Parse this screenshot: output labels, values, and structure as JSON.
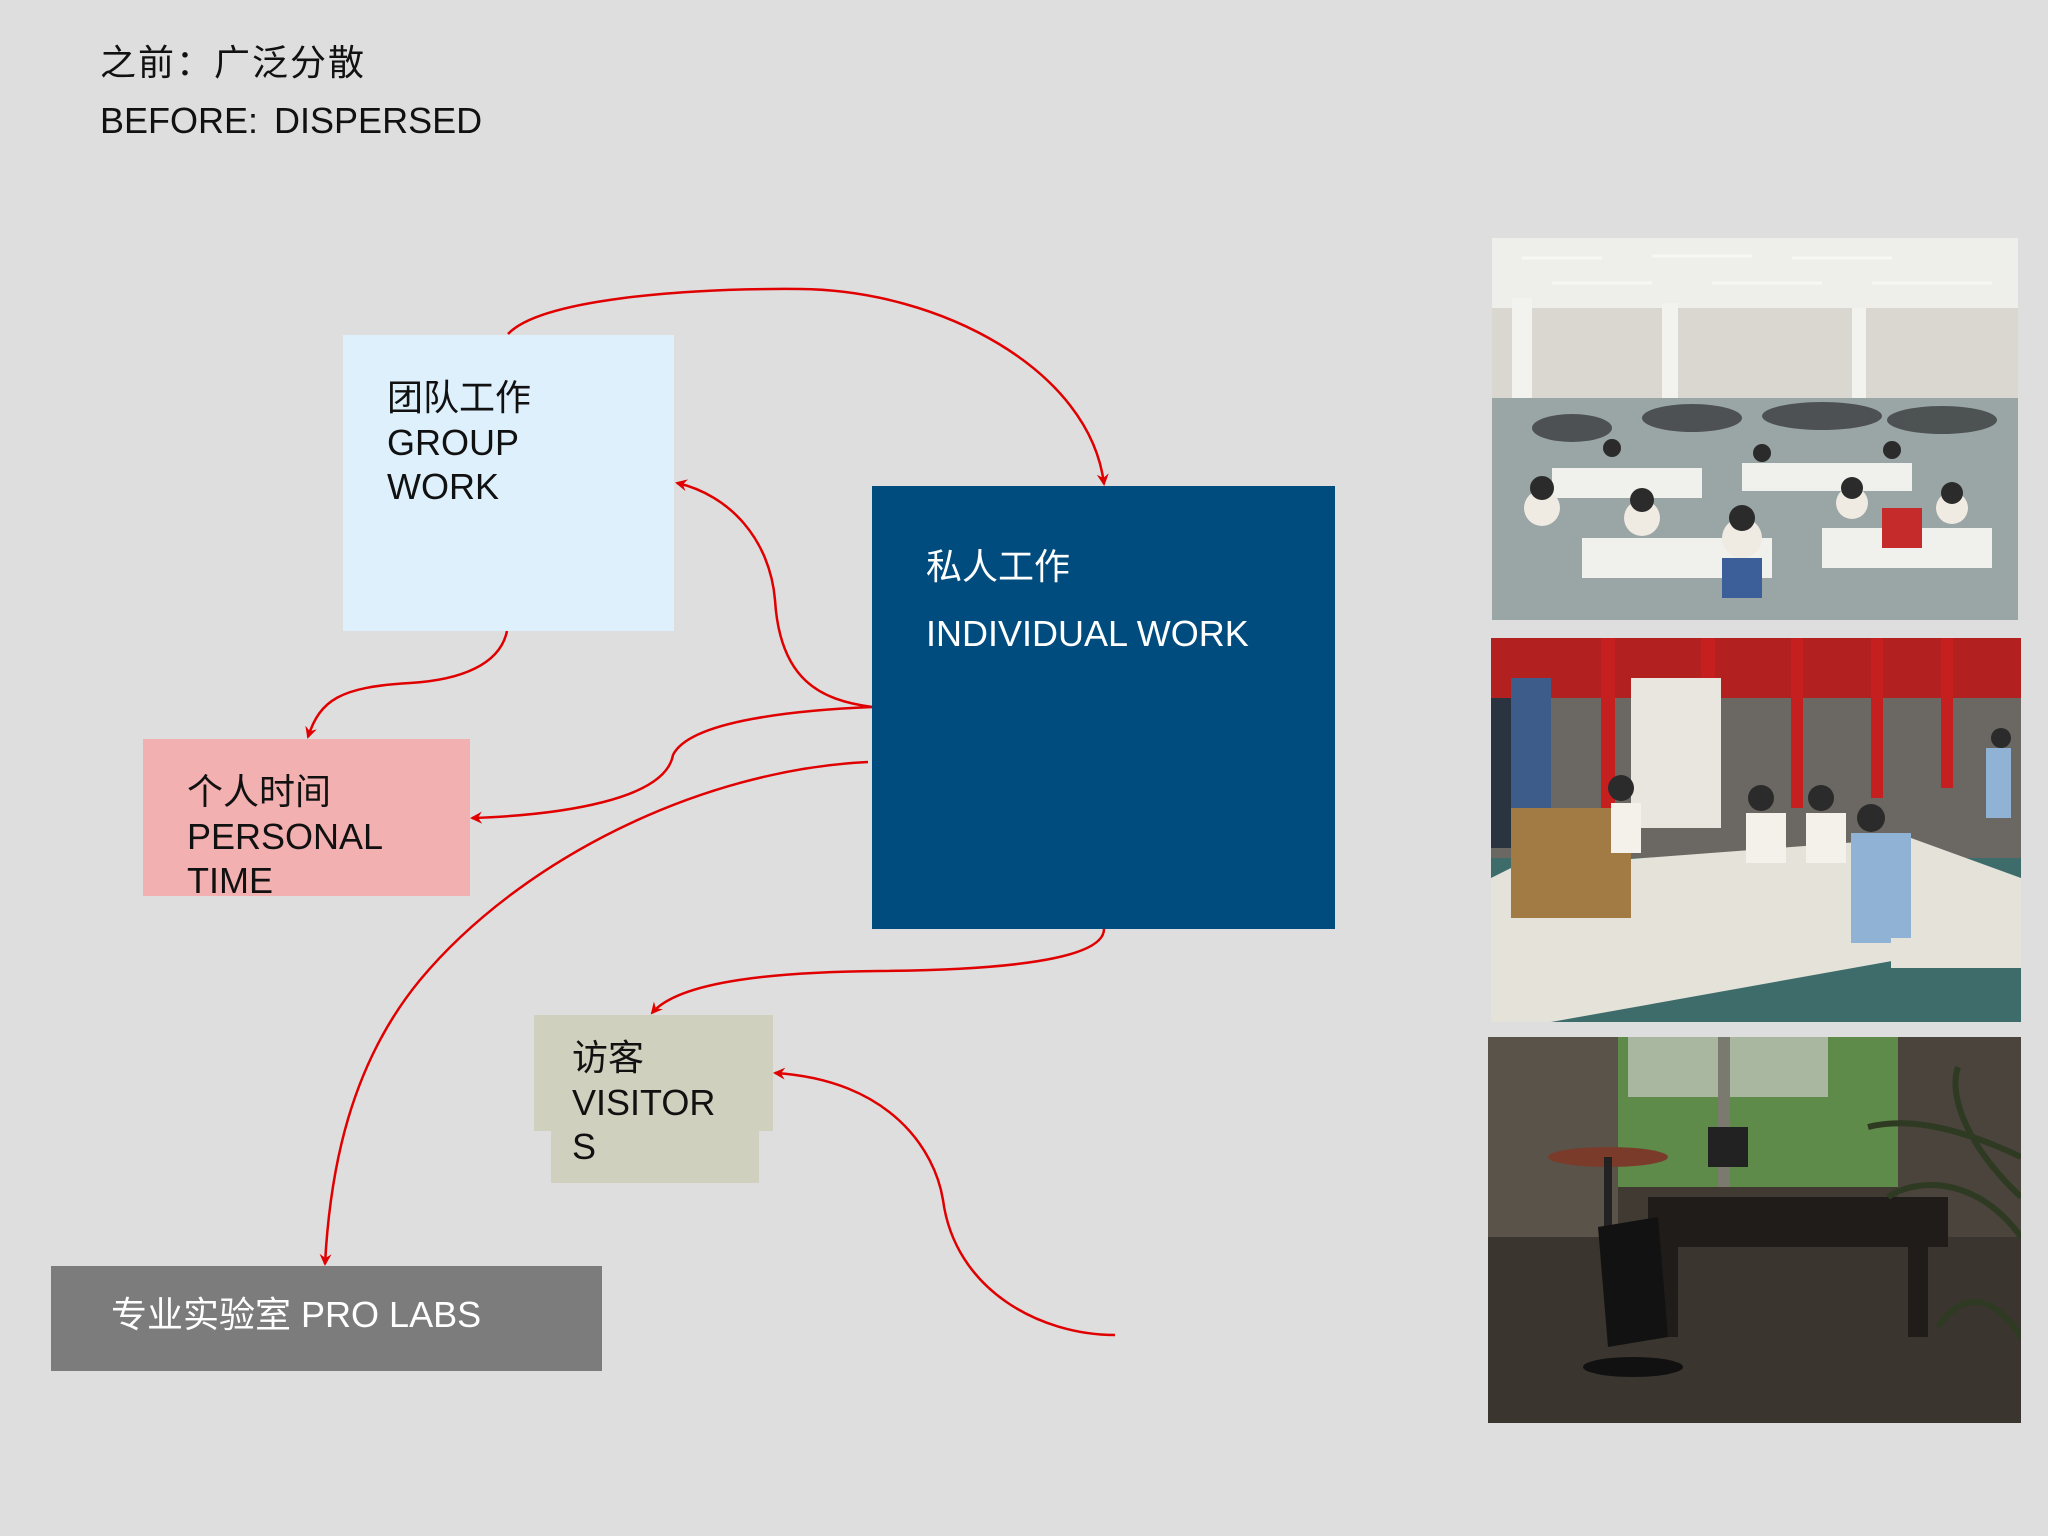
{
  "header": {
    "title_cn": "之前：广泛分散",
    "title_en": "BEFORE:  DISPERSED"
  },
  "boxes": {
    "group_work": {
      "cn": "团队工作",
      "en": "GROUP\nWORK",
      "color": "#ddf0fb"
    },
    "individual_work": {
      "cn": "私人工作",
      "en": "INDIVIDUAL WORK",
      "color": "#004c7e"
    },
    "personal_time": {
      "cn": "个人时间",
      "en": "PERSONAL\nTIME",
      "color": "#f2b0b1"
    },
    "visitors": {
      "cn": "访客",
      "en": "VISITOR\nS",
      "color": "#cfd0bd"
    },
    "pro_labs": {
      "cn": "专业实验室",
      "en": "PRO LABS",
      "color": "#7d7c7d"
    }
  },
  "arrow_color": "#e00000",
  "photos": [
    {
      "name": "photo-cafeteria",
      "subject": "crowded dining hall with people seated at tables"
    },
    {
      "name": "photo-lab",
      "subject": "people working around a table in a lab with red steel structure"
    },
    {
      "name": "photo-office",
      "subject": "empty private office with desk, chair and plant"
    }
  ]
}
